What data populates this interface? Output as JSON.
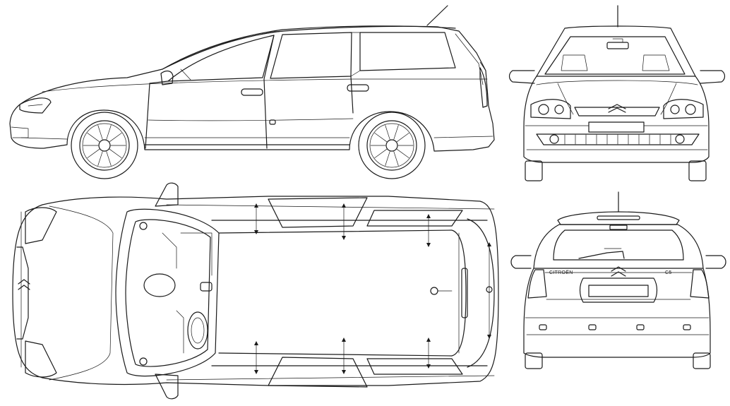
{
  "drawing": {
    "views": [
      "side",
      "front",
      "top",
      "rear"
    ],
    "rear_badges": {
      "left": "CITROËN",
      "right": "C5"
    },
    "colors": {
      "line": "#1a1a1a",
      "background": "#ffffff"
    }
  }
}
